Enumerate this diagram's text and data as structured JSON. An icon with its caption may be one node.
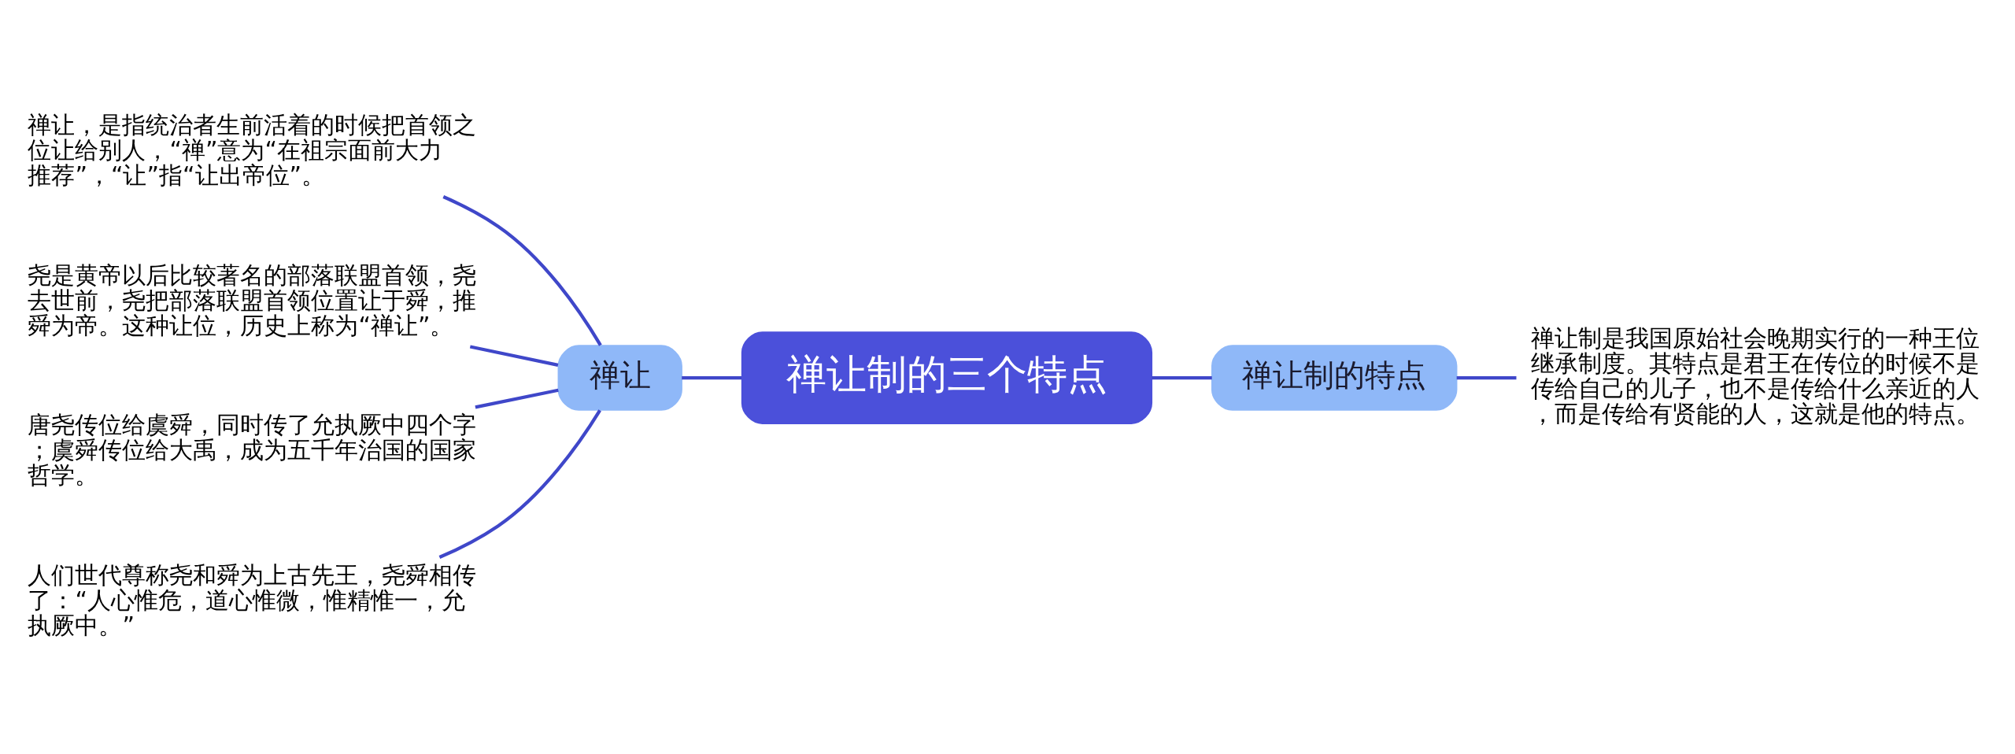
{
  "diagram": {
    "nodes": [
      {
        "text": [
          "禅让制的三个特点"
        ]
      },
      {
        "text": [
          "禅让"
        ]
      },
      {
        "text": [
          "禅让，是指统治者生前活着的时候把首领之位让给别人，“禅”意为“在祖宗面前大力推荐”，“让”指“让出帝位”。"
        ]
      },
      {
        "text": [
          "尧是黄帝以后比较著名的部落联盟首领，尧去世前，尧把部落联盟首领位置让于舜，推舜为帝。这种让位，历史上称为“禅让”。"
        ]
      },
      {
        "text": [
          "唐尧传位给虞舜，同时传了允执厥中四个字；虞舜传位给大禹，成为五千年治国的国家哲学。"
        ]
      },
      {
        "text": [
          "人们世代尊称尧和舜为上古先王，尧舜相传了：“人心惟危，道心惟微，惟精惟一，允执厥中。”"
        ]
      },
      {
        "text": [
          "禅让制的特点"
        ]
      },
      {
        "text": [
          "禅让制是我国原始社会晚期实行的一种王位继承制度。其特点是君王在传位的时候不是传给自己的儿子，也不是传给什么亲近的人，而是传给有贤能的人，这就是他的特点。"
        ]
      }
    ],
    "edges": [
      {
        "from": 0,
        "to": 1,
        "arrow": "none"
      },
      {
        "from": 1,
        "to": 2,
        "arrow": "none"
      },
      {
        "from": 1,
        "to": 3,
        "arrow": "none"
      },
      {
        "from": 1,
        "to": 4,
        "arrow": "none"
      },
      {
        "from": 1,
        "to": 5,
        "arrow": "none"
      },
      {
        "from": 0,
        "to": 6,
        "arrow": "none"
      },
      {
        "from": 6,
        "to": 7,
        "arrow": "none"
      }
    ]
  }
}
